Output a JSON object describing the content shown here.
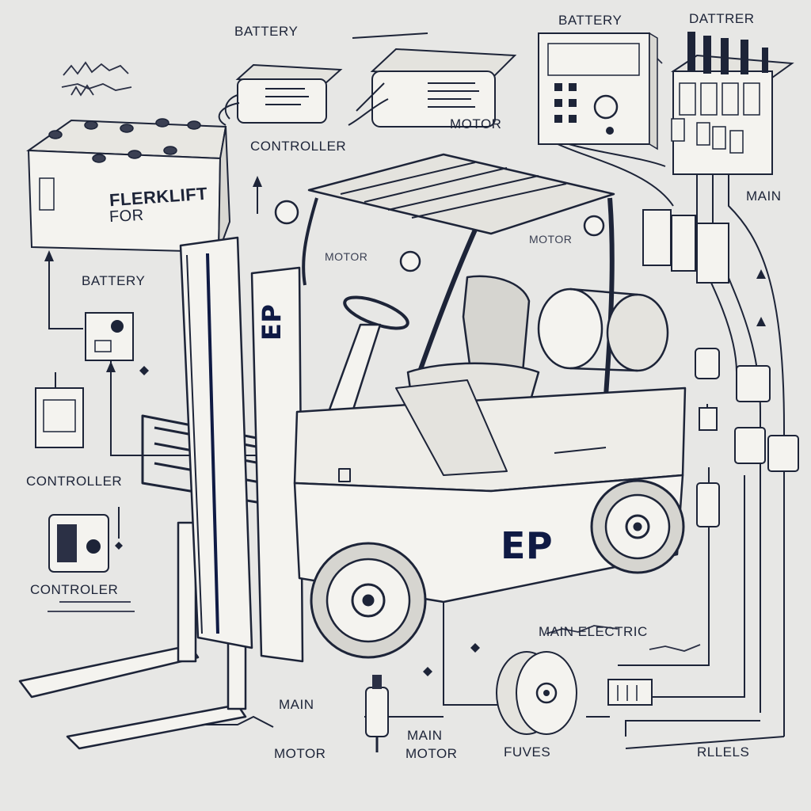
{
  "labels": {
    "battery_top": "BATTERY",
    "controller_top": "CONTROLLER",
    "motor_top": "MOTOR",
    "battery_top_right": "BATTERY",
    "dattrer": "DATTRER",
    "battery_left": "BATTERY",
    "controller_left": "CONTROLLER",
    "controler_left": "CONTROLER",
    "motor_cab": "MOTOR",
    "motor_center": "MOTOR",
    "main_right": "MAIN",
    "main_electric": "MAIN ELECTRIC",
    "main_bottom": "MAIN",
    "main_motor_bottom": "MAIN",
    "motor_bottom_left": "MOTOR",
    "motor_bottom": "MOTOR",
    "fuves": "FUVES",
    "rllels": "RLLELS"
  },
  "battery_plate": {
    "line1": "FLERKLIFT",
    "line2": "FOR"
  },
  "mast_brand": "EP",
  "body_brand": "EP",
  "colors": {
    "ink": "#1d2438",
    "navy": "#0f1a44",
    "paper": "#e7e7e5",
    "part": "#f4f3ef"
  }
}
